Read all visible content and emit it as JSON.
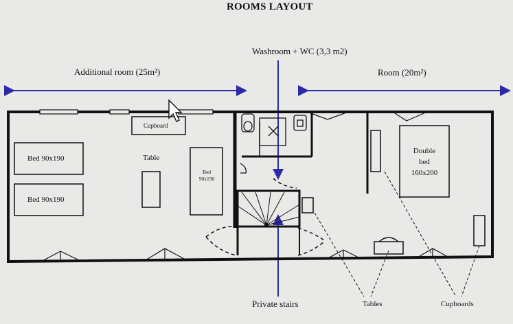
{
  "title": "ROOMS LAYOUT",
  "zones": {
    "additional_room": "Additional room (25m²)",
    "washroom": "Washroom + WC (3,3 m2)",
    "room": "Room (20m²)"
  },
  "furniture": {
    "cupboard": "Cupboard",
    "bed1": "Bed 90x190",
    "bed2": "Bed 90x190",
    "table": "Table",
    "bed_small_line1": "Bed",
    "bed_small_line2": "90x190",
    "double_line1": "Double",
    "double_line2": "bed",
    "double_line3": "160x200"
  },
  "callouts": {
    "stairs": "Private stairs",
    "tables": "Tables",
    "cupboards": "Cupboards"
  },
  "colors": {
    "accent_arrow": "#2b2ba8",
    "wall": "#111111"
  }
}
